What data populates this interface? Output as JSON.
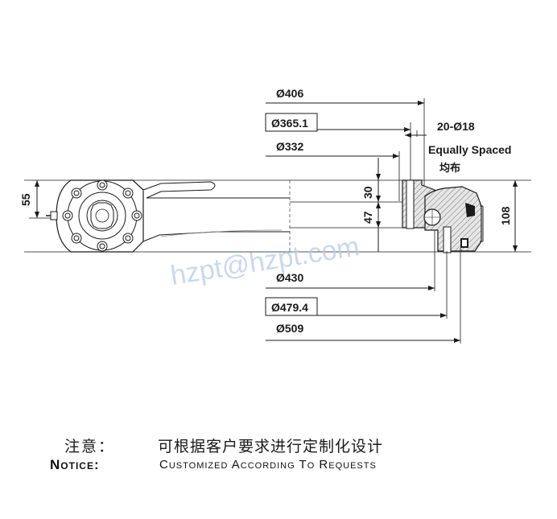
{
  "dimensions": {
    "d406": "Ø406",
    "d365": "Ø365.1",
    "d332": "Ø332",
    "holes": "20-Ø18",
    "equally_spaced": "Equally Spaced",
    "equally_spaced_cn": "均布",
    "h55": "55",
    "h30": "30",
    "h47": "47",
    "h108": "108",
    "d430": "Ø430",
    "d479": "Ø479.4",
    "d509": "Ø509"
  },
  "watermark": "hzpt@hzpt.com",
  "notice": {
    "cn_label": "注意：",
    "cn_text": "可根据客户要求进行定制化设计",
    "en_label": "Notice:",
    "en_text": "Customized According To Requests"
  },
  "colors": {
    "line": "#1a1a1a",
    "hatch_fill": "#d9d9d9",
    "watermark": "#b9cbe8"
  }
}
